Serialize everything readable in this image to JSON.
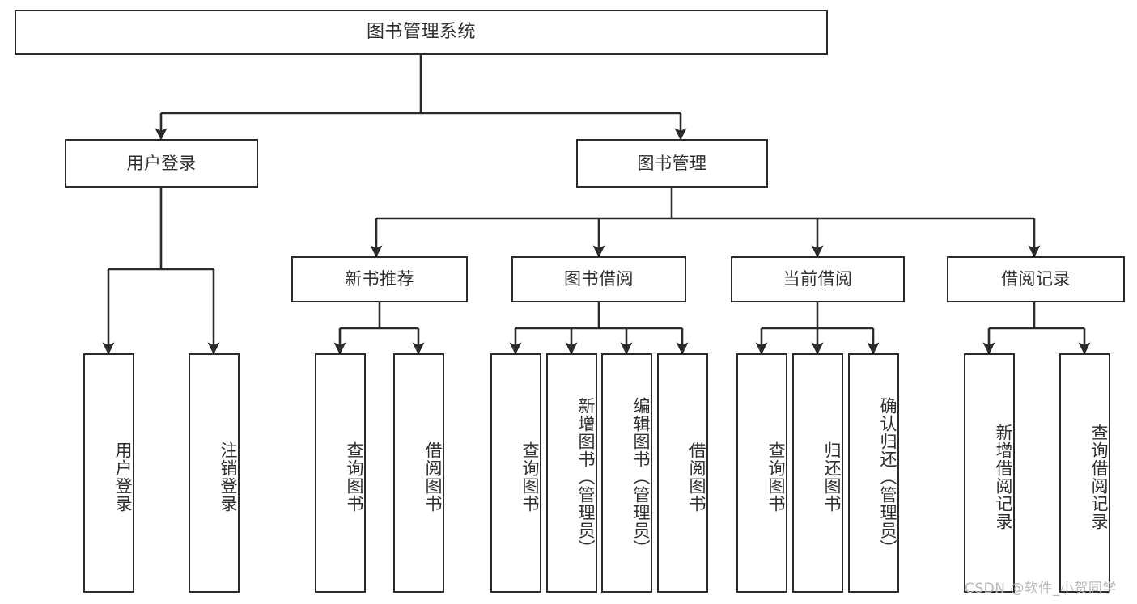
{
  "diagram": {
    "title": "图书管理系统",
    "type": "tree-hierarchy-chart",
    "colors": {
      "box_border": "#2b2b2b",
      "box_fill": "#ffffff",
      "edge": "#2b2b2b",
      "text": "#2f2f2f",
      "background": "#ffffff",
      "watermark": "#b9b9b9"
    },
    "levels": {
      "root": {
        "label": "图书管理系统"
      },
      "level2": [
        {
          "label": "用户登录"
        },
        {
          "label": "图书管理"
        }
      ],
      "level3": [
        {
          "label": "新书推荐"
        },
        {
          "label": "图书借阅"
        },
        {
          "label": "当前借阅"
        },
        {
          "label": "借阅记录"
        }
      ],
      "leaves": {
        "user_login": [
          {
            "label": "用户登录"
          },
          {
            "label": "注销登录"
          }
        ],
        "new_book_recommend": [
          {
            "label": "查询图书"
          },
          {
            "label": "借阅图书"
          }
        ],
        "book_borrow": [
          {
            "label": "查询图书"
          },
          {
            "label": "新增图书（管理员）"
          },
          {
            "label": "编辑图书（管理员）"
          },
          {
            "label": "借阅图书"
          }
        ],
        "current_borrow": [
          {
            "label": "查询图书"
          },
          {
            "label": "归还图书"
          },
          {
            "label": "确认归还（管理员）"
          }
        ],
        "borrow_record": [
          {
            "label": "新增借阅记录"
          },
          {
            "label": "查询借阅记录"
          }
        ]
      }
    },
    "watermark": "CSDN @软件_小贺同学"
  }
}
